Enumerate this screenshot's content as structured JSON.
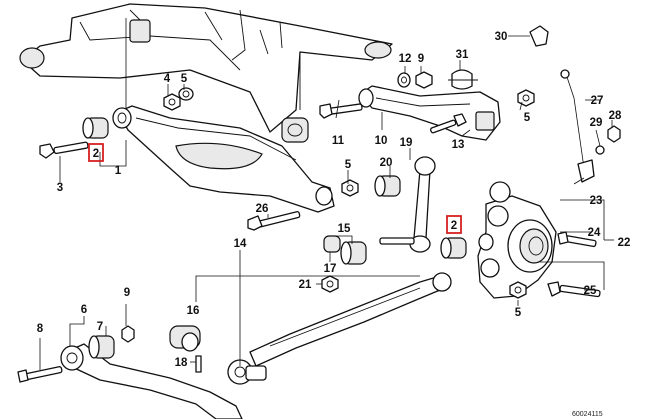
{
  "figure": {
    "title": "Rear axle suspension parts diagram",
    "catalog_number": "60024115",
    "highlight_color": "#d62020"
  },
  "callouts": {
    "c1": "1",
    "c2a": "2",
    "c2b": "2",
    "c3": "3",
    "c4": "4",
    "c5a": "5",
    "c5b": "5",
    "c5c": "5",
    "c5d": "5",
    "c6": "6",
    "c7": "7",
    "c8": "8",
    "c9a": "9",
    "c9b": "9",
    "c10": "10",
    "c11": "11",
    "c12": "12",
    "c13": "13",
    "c14": "14",
    "c15": "15",
    "c16": "16",
    "c17": "17",
    "c18": "18",
    "c19": "19",
    "c20": "20",
    "c21": "21",
    "c22": "22",
    "c23": "23",
    "c24": "24",
    "c25": "25",
    "c26": "26",
    "c27": "27",
    "c28": "28",
    "c29": "29",
    "c30": "30",
    "c31": "31"
  }
}
